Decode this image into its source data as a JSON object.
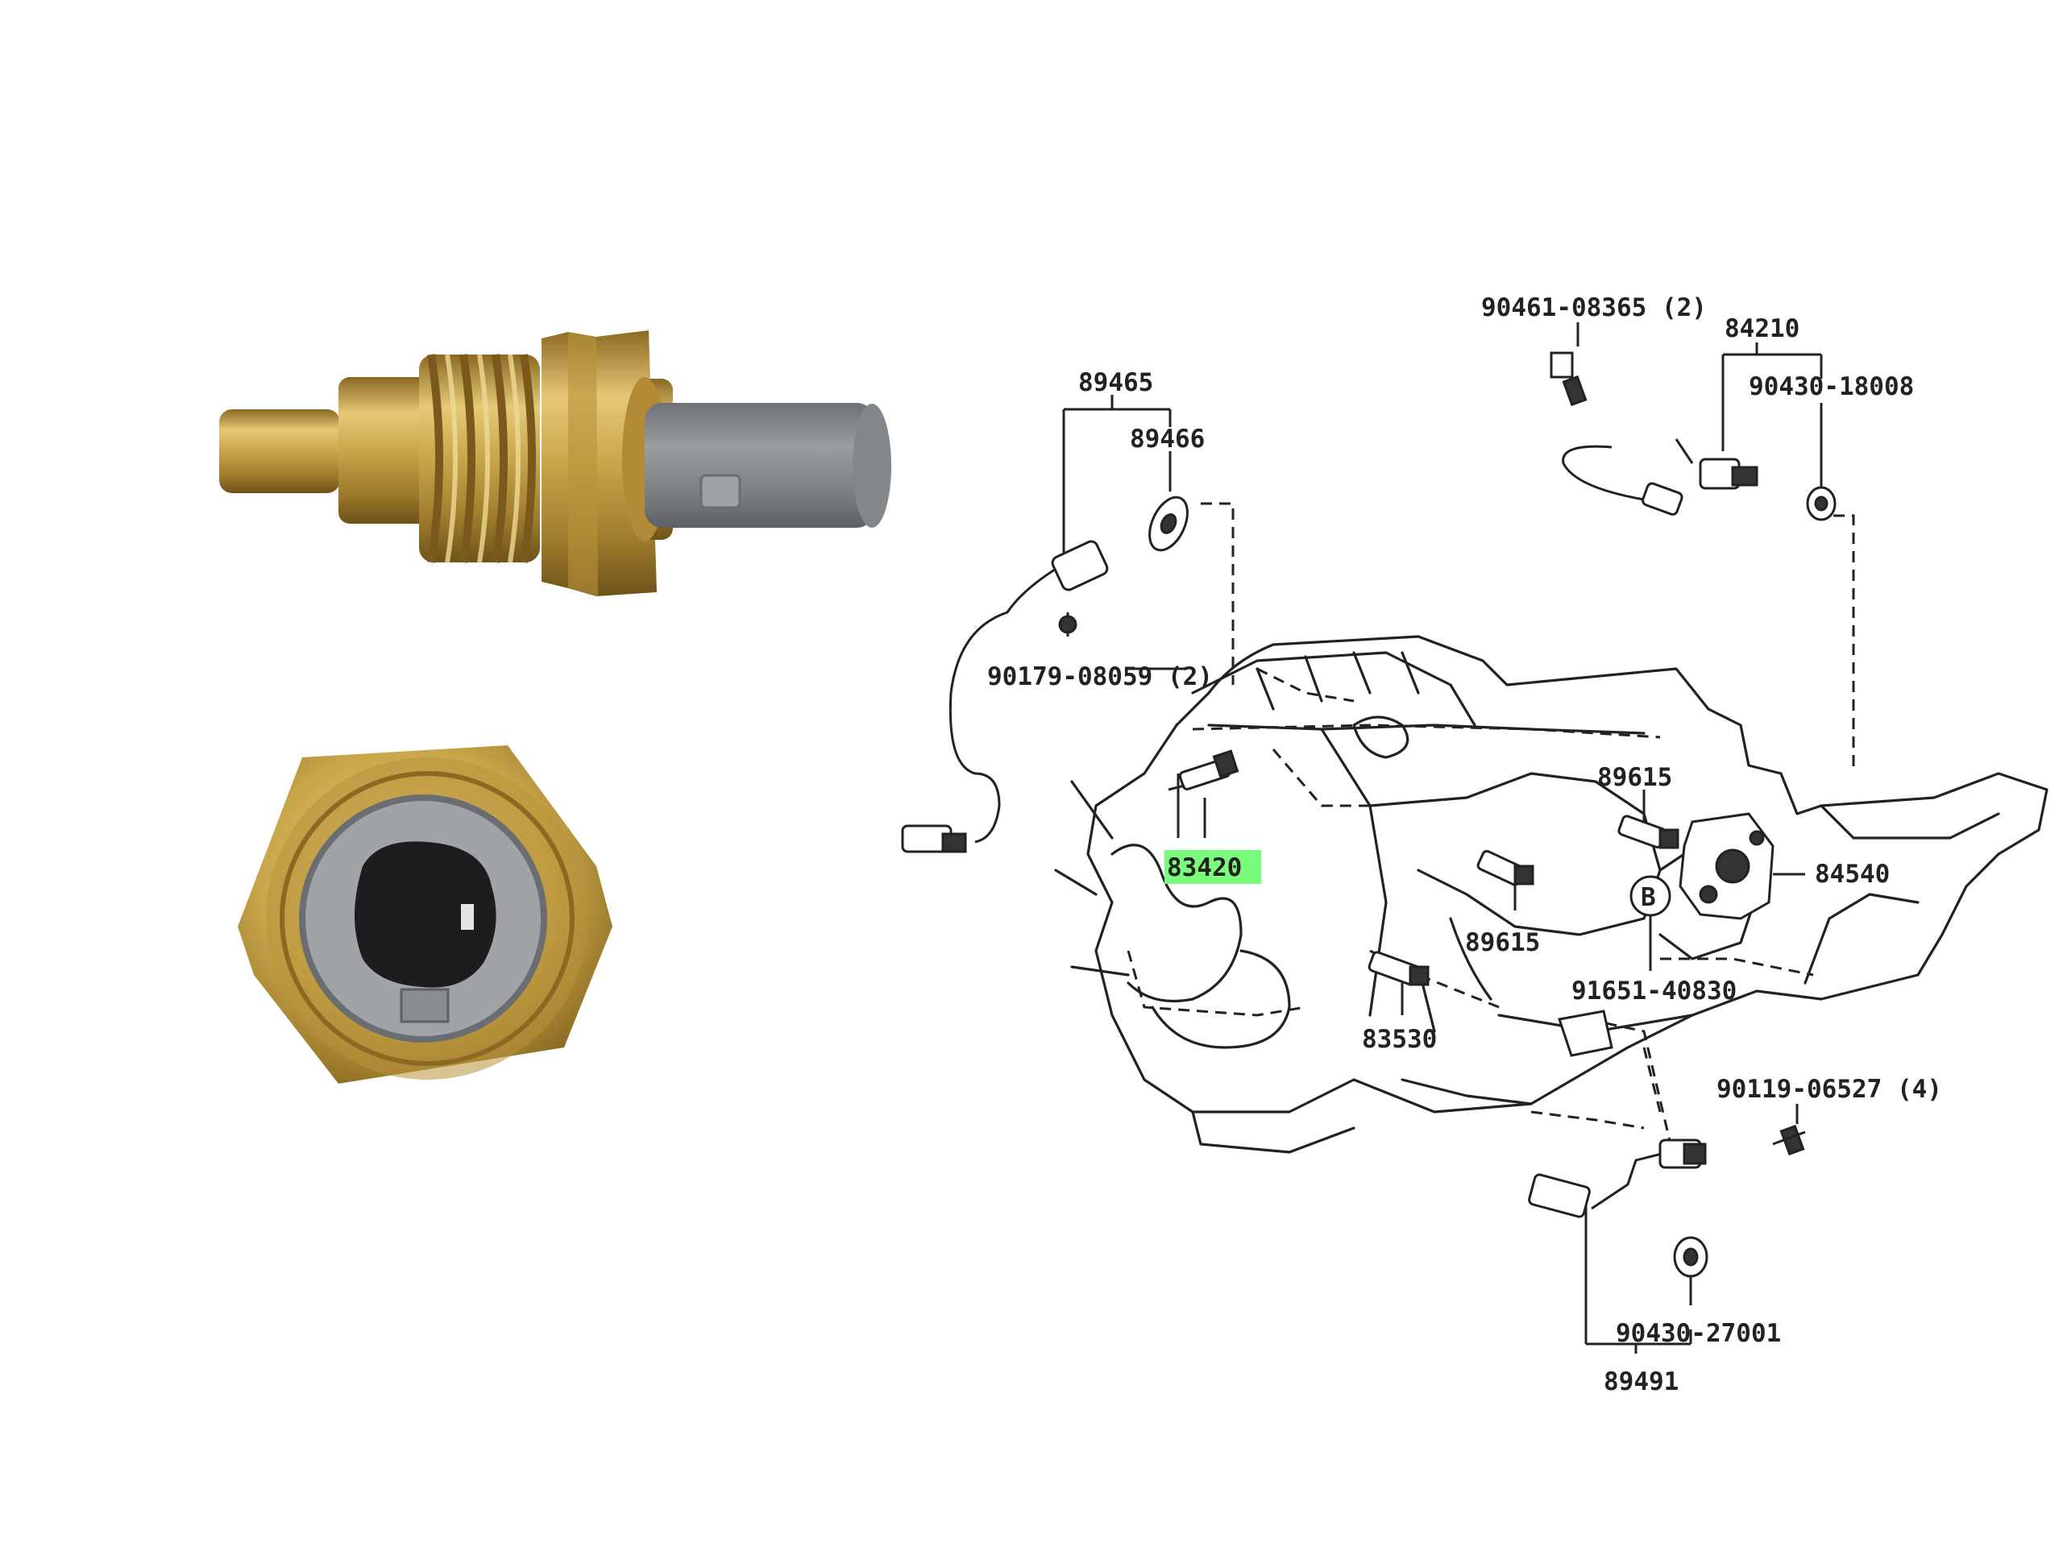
{
  "diagram": {
    "labels": {
      "p90461": "90461-08365 (2)",
      "p84210": "84210",
      "p90430a": "90430-18008",
      "p89465": "89465",
      "p89466": "89466",
      "p90179": "90179-08059 (2)",
      "p83420": "83420",
      "p89615a": "89615",
      "p89615b": "89615",
      "p84540": "84540",
      "pB": "B",
      "p91651": "91651-40830",
      "p83530": "83530",
      "p90119": "90119-06527 (4)",
      "p90430b": "90430-27001",
      "p89491": "89491"
    },
    "highlight_color": "#7CFC7C",
    "highlighted_part": "83420"
  },
  "photos": {
    "sensor_side_view": "temperature-sensor-side",
    "sensor_end_view": "temperature-sensor-connector-end",
    "brass_color": "#C9A64A",
    "connector_color": "#8A8D90"
  }
}
